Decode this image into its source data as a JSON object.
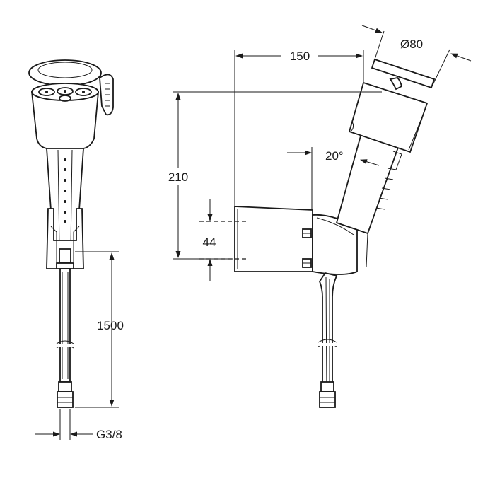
{
  "dimensions": {
    "side_width": "150",
    "diameter": "Ø80",
    "height": "210",
    "angle": "20°",
    "bracket_height": "44",
    "hose_length": "1500",
    "thread": "G3/8"
  },
  "colors": {
    "line": "#1a1a1a",
    "background": "#ffffff",
    "shade": "#e9e9e9"
  }
}
